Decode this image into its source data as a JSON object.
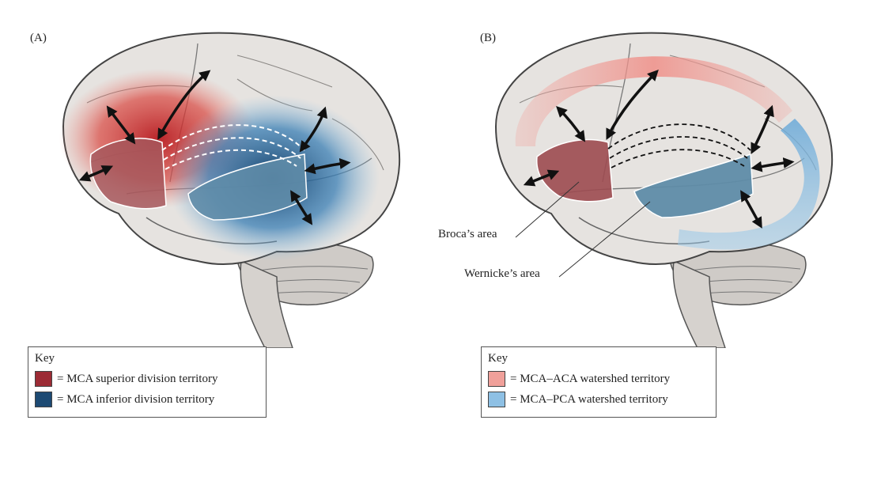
{
  "panel_a": {
    "label": "(A)",
    "key": {
      "title": "Key",
      "items": [
        {
          "text": "= MCA superior division territory",
          "color": "#9c2b35"
        },
        {
          "text": "= MCA inferior division territory",
          "color": "#1d4a73"
        }
      ]
    }
  },
  "panel_b": {
    "label": "(B)",
    "key": {
      "title": "Key",
      "items": [
        {
          "text": "= MCA–ACA watershed territory",
          "color": "#f0a09a"
        },
        {
          "text": "= MCA–PCA watershed territory",
          "color": "#8ec0e4"
        }
      ]
    },
    "callouts": {
      "broca": "Broca’s area",
      "wernicke": "Wernicke’s area"
    }
  }
}
